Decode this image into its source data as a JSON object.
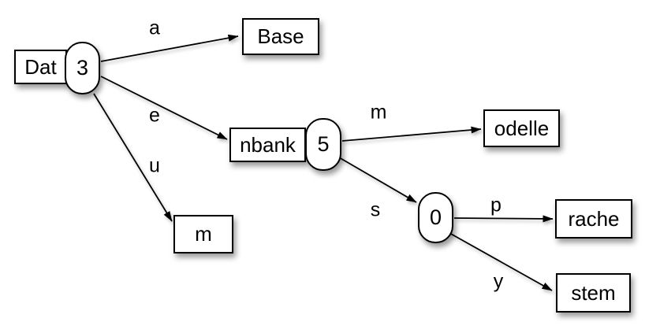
{
  "figure": {
    "kind": "trie-diagram",
    "colors": {
      "background": "#ffffff",
      "node_fill": "#ffffff",
      "stroke": "#000000",
      "text": "#000000"
    }
  },
  "nodes": {
    "dat": {
      "label": "Dat",
      "badge": "3"
    },
    "base": {
      "label": "Base"
    },
    "nbank": {
      "label": "nbank",
      "badge": "5"
    },
    "m_leaf": {
      "label": "m"
    },
    "odelle": {
      "label": "odelle"
    },
    "zero": {
      "badge": "0"
    },
    "rache": {
      "label": "rache"
    },
    "stem": {
      "label": "stem"
    }
  },
  "edge_labels": {
    "a": "a",
    "e": "e",
    "u": "u",
    "m": "m",
    "s": "s",
    "p": "p",
    "y": "y"
  }
}
